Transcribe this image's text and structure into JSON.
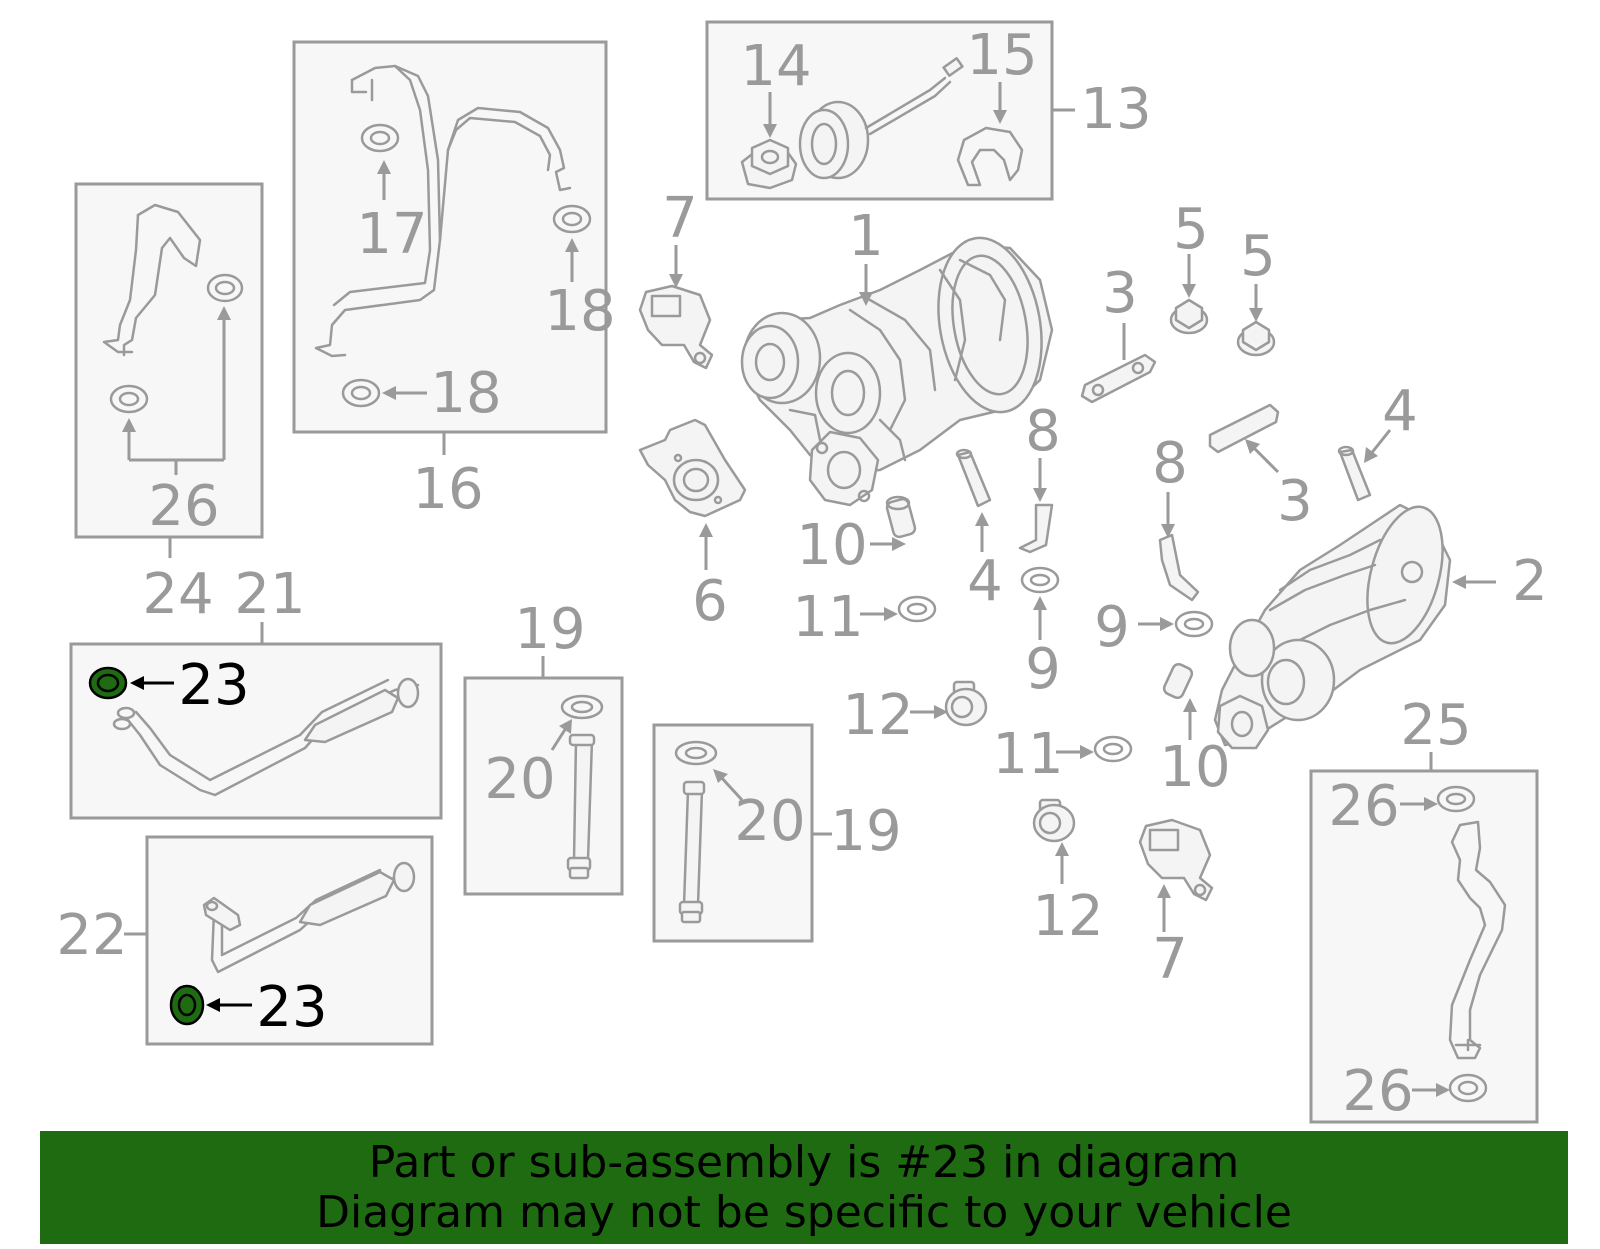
{
  "diagram": {
    "highlight_color": "#1e6b12",
    "line_color": "#9a9a9a",
    "callouts": {
      "c1": "1",
      "c2": "2",
      "c3a": "3",
      "c3b": "3",
      "c4a": "4",
      "c4b": "4",
      "c5a": "5",
      "c5b": "5",
      "c6": "6",
      "c7a": "7",
      "c7b": "7",
      "c8a": "8",
      "c8b": "8",
      "c9a": "9",
      "c9b": "9",
      "c10a": "10",
      "c10b": "10",
      "c11a": "11",
      "c11b": "11",
      "c12a": "12",
      "c12b": "12",
      "c13": "13",
      "c14": "14",
      "c15": "15",
      "c16": "16",
      "c17": "17",
      "c18a": "18",
      "c18b": "18",
      "c19a": "19",
      "c19b": "19",
      "c20a": "20",
      "c20b": "20",
      "c21": "21",
      "c22": "22",
      "c23a": "23",
      "c23b": "23",
      "c24": "24",
      "c25": "25",
      "c26a": "26",
      "c26b": "26",
      "c26c": "26"
    }
  },
  "banner": {
    "line1": "Part or sub-assembly is #23 in diagram",
    "line2": "Diagram may not be specific to your vehicle"
  }
}
